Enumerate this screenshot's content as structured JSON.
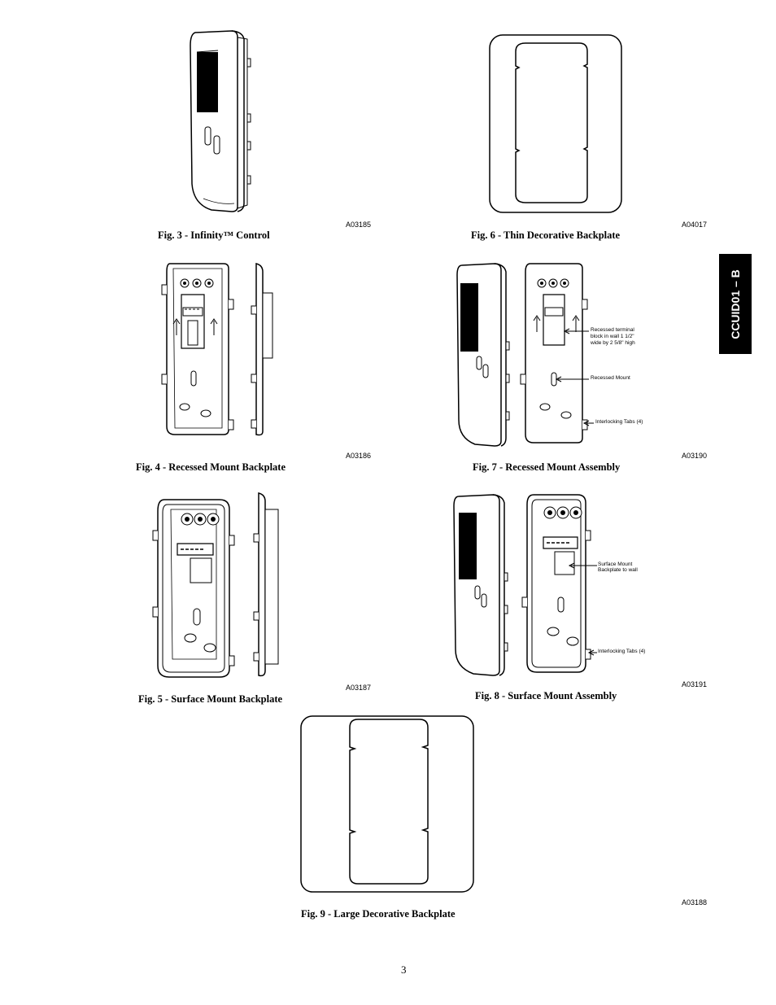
{
  "page": {
    "number": "3",
    "side_tab": "CCUID01 – B"
  },
  "figures": [
    {
      "id": "fig3",
      "caption": "Fig. 3 - Infinity™ Control",
      "code": "A03185"
    },
    {
      "id": "fig6",
      "caption": "Fig. 6 - Thin Decorative Backplate",
      "code": "A04017"
    },
    {
      "id": "fig4",
      "caption": "Fig. 4 - Recessed Mount Backplate",
      "code": "A03186"
    },
    {
      "id": "fig7",
      "caption": "Fig. 7 - Recessed Mount Assembly",
      "code": "A03190",
      "callouts": [
        "Recessed terminal",
        "block in wall 1 1/2\"",
        "wide by 2 5/8\" high",
        "Recessed Mount",
        "Interlocking Tabs (4)"
      ]
    },
    {
      "id": "fig5",
      "caption": "Fig. 5 - Surface Mount Backplate",
      "code": "A03187"
    },
    {
      "id": "fig8",
      "caption": "Fig. 8 - Surface Mount Assembly",
      "code": "A03191",
      "callouts": [
        "Surface Mount",
        "Backplate to wall",
        "Interlocking Tabs (4)"
      ]
    },
    {
      "id": "fig9",
      "caption": "Fig. 9 - Large Decorative Backplate",
      "code": "A03188"
    }
  ]
}
